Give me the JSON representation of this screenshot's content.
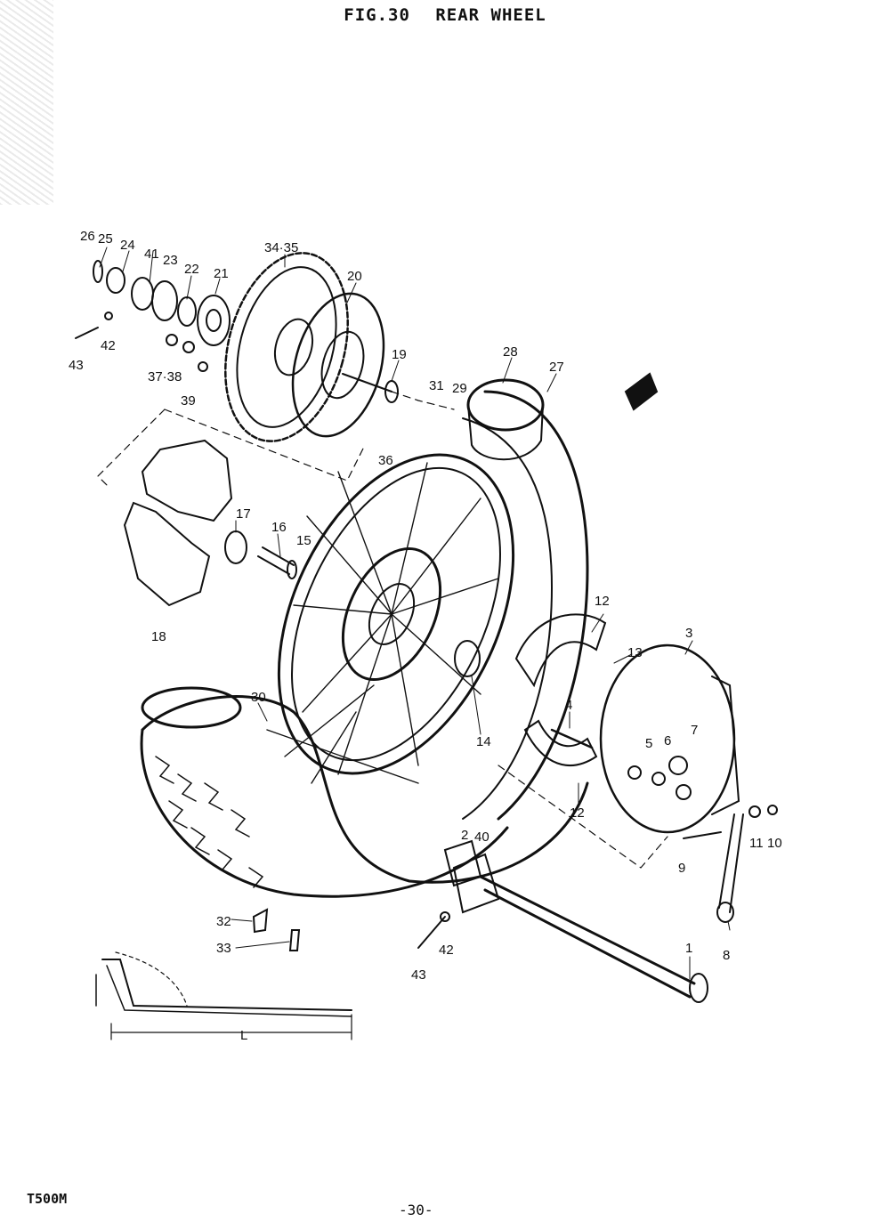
{
  "header": {
    "figure": "FIG.30",
    "title": "REAR WHEEL"
  },
  "footer": {
    "model": "T500M",
    "page": "-30-"
  },
  "callouts": [
    {
      "id": "c26",
      "label": "26"
    },
    {
      "id": "c25",
      "label": "25"
    },
    {
      "id": "c24",
      "label": "24"
    },
    {
      "id": "c41",
      "label": "41"
    },
    {
      "id": "c23",
      "label": "23"
    },
    {
      "id": "c22",
      "label": "22"
    },
    {
      "id": "c21",
      "label": "21"
    },
    {
      "id": "c34",
      "label": "34·35"
    },
    {
      "id": "c20",
      "label": "20"
    },
    {
      "id": "c43a",
      "label": "43"
    },
    {
      "id": "c42a",
      "label": "42"
    },
    {
      "id": "c37",
      "label": "37·38"
    },
    {
      "id": "c39",
      "label": "39"
    },
    {
      "id": "c19",
      "label": "19"
    },
    {
      "id": "c28",
      "label": "28"
    },
    {
      "id": "c27",
      "label": "27"
    },
    {
      "id": "c31",
      "label": "31"
    },
    {
      "id": "c29",
      "label": "29"
    },
    {
      "id": "c36",
      "label": "36"
    },
    {
      "id": "c17",
      "label": "17"
    },
    {
      "id": "c16",
      "label": "16"
    },
    {
      "id": "c15",
      "label": "15"
    },
    {
      "id": "c18",
      "label": "18"
    },
    {
      "id": "c12a",
      "label": "12"
    },
    {
      "id": "c3",
      "label": "3"
    },
    {
      "id": "c13",
      "label": "13"
    },
    {
      "id": "c30",
      "label": "30"
    },
    {
      "id": "c4",
      "label": "4"
    },
    {
      "id": "c14",
      "label": "14"
    },
    {
      "id": "c5",
      "label": "5"
    },
    {
      "id": "c6",
      "label": "6"
    },
    {
      "id": "c7",
      "label": "7"
    },
    {
      "id": "c12b",
      "label": "12"
    },
    {
      "id": "c11",
      "label": "11"
    },
    {
      "id": "c10",
      "label": "10"
    },
    {
      "id": "c9",
      "label": "9"
    },
    {
      "id": "c2",
      "label": "2"
    },
    {
      "id": "c40",
      "label": "40"
    },
    {
      "id": "c32",
      "label": "32"
    },
    {
      "id": "c33",
      "label": "33"
    },
    {
      "id": "c42b",
      "label": "42"
    },
    {
      "id": "c43b",
      "label": "43"
    },
    {
      "id": "c1",
      "label": "1"
    },
    {
      "id": "c8",
      "label": "8"
    },
    {
      "id": "cL",
      "label": "L"
    }
  ]
}
